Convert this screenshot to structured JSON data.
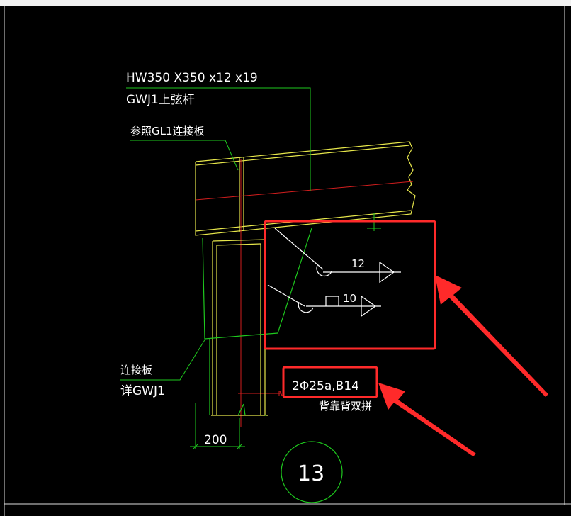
{
  "drawing": {
    "label_section": "HW350 X350 x12 x19",
    "label_member": "GWJ1上弦杆",
    "label_ref_plate": "参照GL1连接板",
    "label_plate": "连接板",
    "label_plate_detail": "详GWJ1",
    "weld_size_top": "12",
    "weld_size_bottom": "10",
    "dimension_200": "200",
    "callout_rebar": "2Φ25a,B14",
    "callout_rebar_note": "背靠背双拼",
    "detail_number": "13"
  },
  "colors": {
    "background": "#000000",
    "leader_green": "#1ec81e",
    "member_yellow": "#e6e64b",
    "centerline_red": "#d21e1e",
    "highlight_red": "#ff2a2a",
    "text_white": "#ffffff"
  }
}
